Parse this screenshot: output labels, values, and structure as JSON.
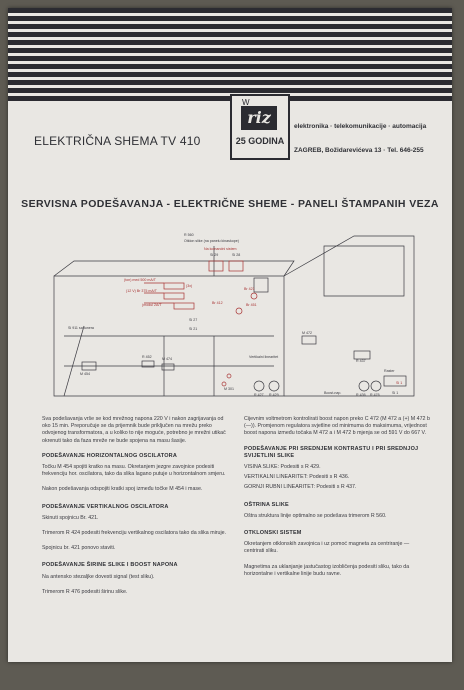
{
  "header": {
    "title": "ELEKTRIČNA SHEMA TV 410",
    "logo_text": "riz",
    "logo_mark": "W",
    "logo_subtitle": "25 GODINA",
    "company_line": "elektronika · telekomunikacije · automacija",
    "address_line": "ZAGREB, Božidarevićeva 13 · Tel. 646-255"
  },
  "main_title": "SERVISNA PODEŠAVANJA - ELEKTRIČNE SHEME - PANELI ŠTAMPANIH VEZA",
  "diagram": {
    "top_labels": [
      "R 560",
      "Otklon slike (na panelu kinaskope)"
    ],
    "labels_dark": [
      "Si 29",
      "Si 28",
      "Si 27",
      "Si 21",
      "Si 911 sa tunera",
      "M 454",
      "R 452",
      "M 474",
      "M 472",
      "M 301",
      "R 427",
      "R 429",
      "R 436",
      "R 476",
      "R 437",
      "Si 1",
      "Boost-nap.",
      "Raster",
      "Vertikalni linearitet"
    ],
    "labels_red": [
      "(ton) med 500 mA/T",
      "(3x)",
      "(12 V) Br 375 mA/T",
      "(modul 2A/T",
      "Br 421",
      "Br 412",
      "Br 451",
      "Na komandni sistem",
      "Si 1"
    ]
  },
  "left_column": {
    "intro": "Sva podešavanja vrše se kod mrežnog napona 220 V i nakon zagrijavanja od oko 15 min. Preporučuje se da prijemnik bude priključen na mrežu preko odvojenog transformatora, a u koliko to nije moguće, potrebno je mrežni utikač okrenuti tako da faza mreže ne bude spojena na masu šasije.",
    "s1_title": "PODEŠAVANJE HORIZONTALNOG OSCILATORA",
    "s1_text": "Točku M 454 spojiti kratko na masu. Okretanjem jezgre zavojnice podesiti frekvenciju hor. oscilatora, tako da slika lagano putuje u horizontalnom smjeru.",
    "s1_text2": "Nakon podešavanja odspojiti kratki spoj između točke M 454 i mase.",
    "s2_title": "PODEŠAVANJE VERTIKALNOG OSCILATORA",
    "s2_text": "Skinuti spojnicu Br. 421.",
    "s2_text2": "Trimerom R 424 podesiti frekvenciju vertikalnog oscilatora tako da slika miruje.",
    "s2_text3": "Spojnicu br. 421 ponovo staviti.",
    "s3_title": "PODEŠAVANJE ŠIRINE SLIKE I BOOST NAPONA",
    "s3_text": "Na antensko stezaljke dovesti signal (test sliku).",
    "s3_text2": "Trimerom R 476 podesiti širinu slike."
  },
  "right_column": {
    "intro": "Cijevnim voltmetrom kontrolirati boost napon preko C 472 (M 472 a (+) M 472 b (—)). Promjenom regulatora svjetline od minimuma do maksimuma, vrijednost boost napona između točaka M 472 a i M 472 b mjenja se od 591 V do 667 V.",
    "s1_title": "PODEŠAVANJE PRI SREDNJEM KONTRASTU I PRI SREDNJOJ SVIJETLINI SLIKE",
    "s1_line1": "VISINA SLIKE: Podesiti s R 429.",
    "s1_line2": "VERTIKALNI LINEARITET: Podesiti s R 436.",
    "s1_line3": "GORNJI RUBNI LINEARITET: Podesiti s R 437.",
    "s2_title": "OŠTRINA SLIKE",
    "s2_text": "Oštra struktura linije optimalno se podešava trimerom R 560.",
    "s3_title": "OTKLONSKI SISTEM",
    "s3_text": "Okretanjem otklonskih zavojnica i uz pomoć magneta za centriranje — centrirati sliku.",
    "s3_text2": "Magnetima za uklanjanje jastučastog izobličenja podesiti sliku, tako da horizontalne i vertikalne linije budu ravne."
  },
  "colors": {
    "paper": "#e9e7e3",
    "ink": "#2b2b31",
    "red_ink": "#a83333"
  }
}
